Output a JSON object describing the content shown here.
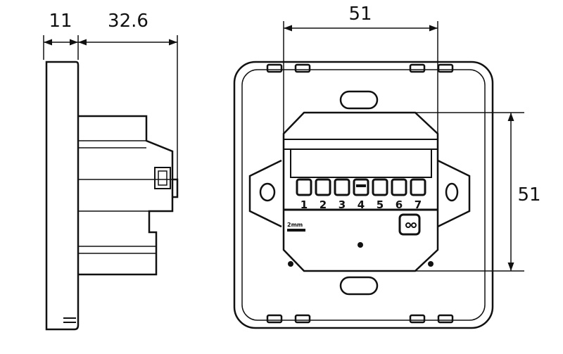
{
  "dimensions": {
    "side_front_depth": "11",
    "side_body_depth": "32.6",
    "back_width": "51",
    "back_height": "51"
  },
  "terminals": [
    "1",
    "2",
    "3",
    "4",
    "5",
    "6",
    "7"
  ],
  "wire_strip_label": "2mm",
  "colors": {
    "line": "#111111",
    "background": "#ffffff"
  }
}
